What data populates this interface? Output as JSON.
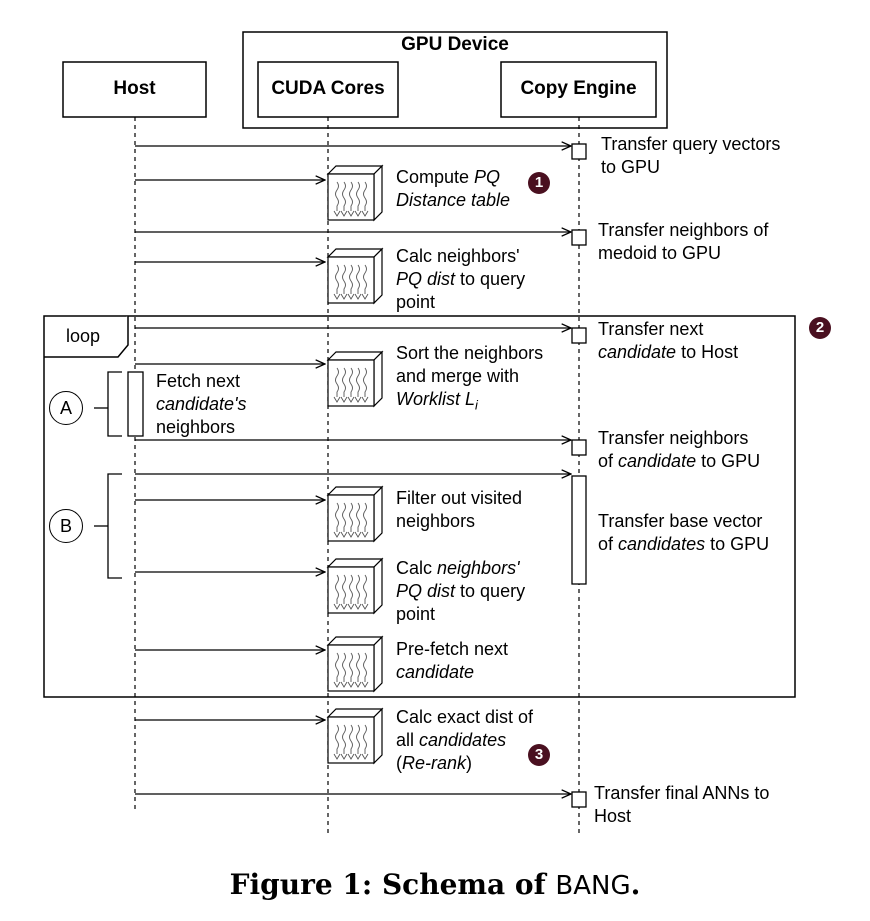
{
  "headers": {
    "gpu_device": "GPU Device",
    "host": "Host",
    "cuda_cores": "CUDA Cores",
    "copy_engine": "Copy Engine"
  },
  "loop_label": "loop",
  "badges": {
    "b1": "1",
    "b2": "2",
    "b3": "3"
  },
  "groups": {
    "a": "A",
    "b": "B"
  },
  "labels": {
    "transfer_query": [
      "Transfer query vectors",
      "to GPU"
    ],
    "compute_pq": [
      "Compute ",
      "PQ",
      "Distance table"
    ],
    "transfer_medoid": [
      "Transfer neighbors of",
      "medoid to GPU"
    ],
    "calc_pq_1": [
      "Calc neighbors'",
      "PQ dist",
      " to query",
      "point"
    ],
    "transfer_next": [
      "Transfer next",
      "candidate",
      " to Host"
    ],
    "sort_merge": [
      "Sort the neighbors",
      "and merge with",
      "Worklist L",
      "i"
    ],
    "fetch_next": [
      "Fetch next",
      "candidate's",
      "neighbors"
    ],
    "transfer_neighbors_cand": [
      "Transfer neighbors",
      "of ",
      "candidate",
      " to GPU"
    ],
    "filter": [
      "Filter out visited",
      "neighbors"
    ],
    "transfer_base": [
      "Transfer base vector",
      "of ",
      "candidates",
      " to GPU"
    ],
    "calc_pq_2": [
      "Calc ",
      "neighbors'",
      "PQ dist",
      " to query",
      "point"
    ],
    "prefetch": [
      "Pre-fetch next",
      "candidate"
    ],
    "calc_exact": [
      "Calc exact dist of",
      "all ",
      "candidates",
      "(",
      "Re-rank",
      ")"
    ],
    "transfer_final": [
      "Transfer final ANNs to",
      "Host"
    ]
  },
  "caption": {
    "prefix": "Figure 1: Schema of ",
    "name": "BANG",
    "suffix": "."
  }
}
